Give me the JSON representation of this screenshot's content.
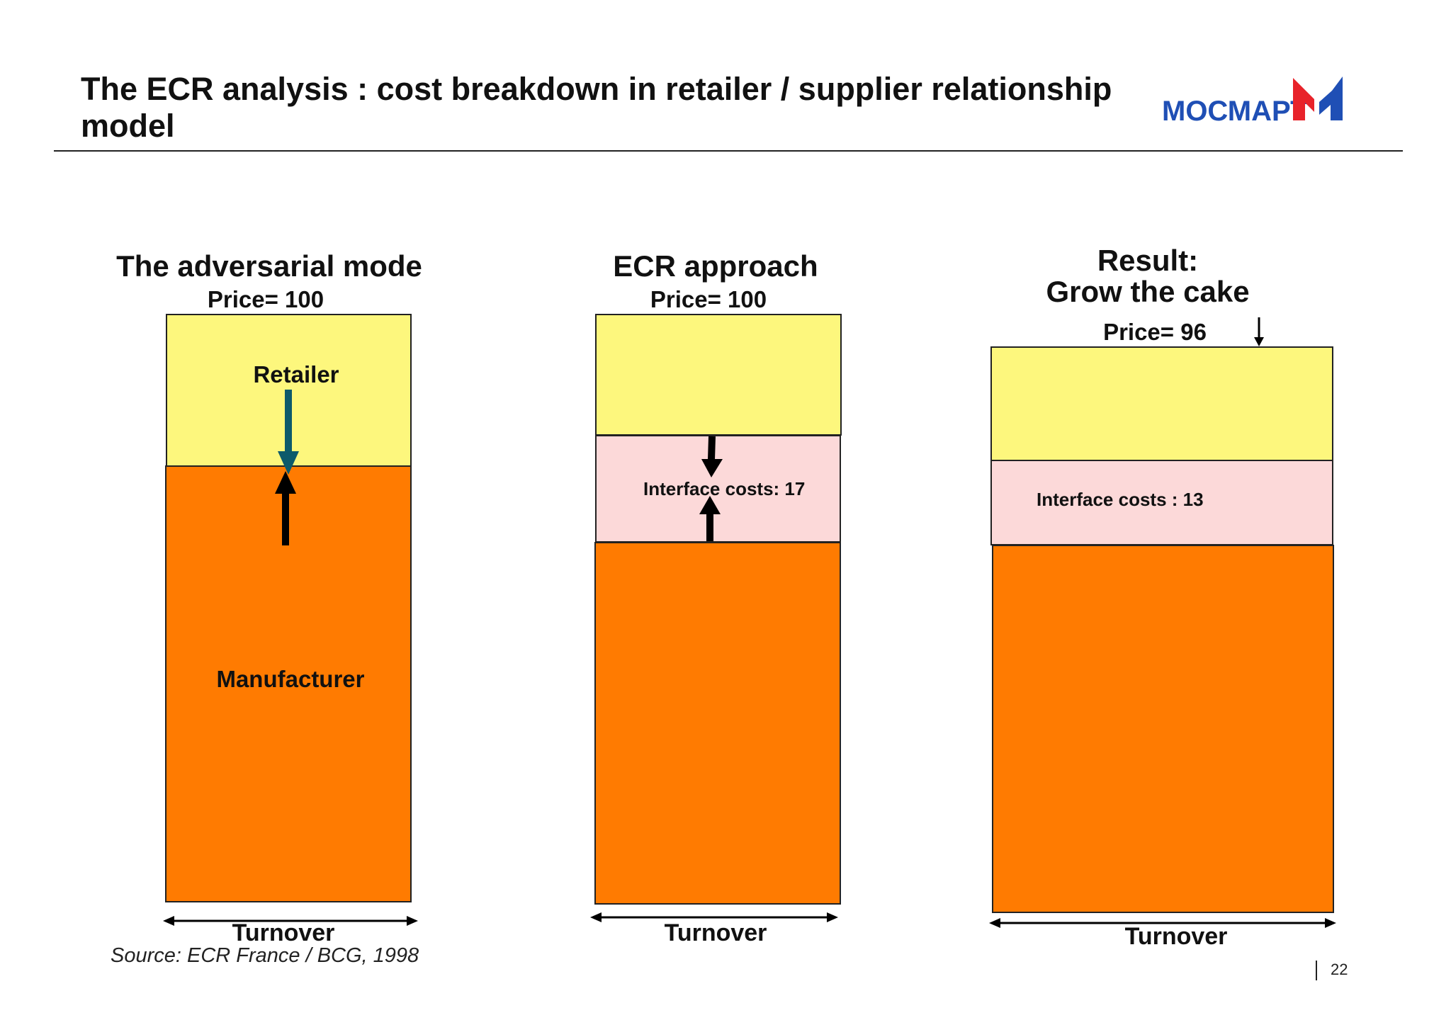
{
  "header": {
    "title": "The ECR analysis : cost breakdown in retailer / supplier relationship model",
    "logo_text": "МОСМАРТ",
    "logo_colors": {
      "text": "#1f4fb5",
      "mark_red": "#e8232a",
      "mark_blue": "#1f4fb5"
    }
  },
  "columns": [
    {
      "title": "The adversarial mode",
      "price": "Price= 100",
      "retailer_label": "Retailer",
      "manufacturer_label": "Manufacturer",
      "turnover": "Turnover"
    },
    {
      "title": "ECR approach",
      "price": "Price= 100",
      "interface_label": "Interface costs: 17",
      "turnover": "Turnover"
    },
    {
      "title_line1": "Result:",
      "title_line2": "Grow the cake",
      "price": "Price= 96",
      "interface_label": "Interface costs : 13",
      "turnover": "Turnover"
    }
  ],
  "colors": {
    "retailer": "#fdf77d",
    "interface": "#fcd9d9",
    "manufacturer": "#ff7b01",
    "teal_arrow": "#0d5a6b"
  },
  "footer": {
    "source": "Source: ECR France / BCG, 1998",
    "page_number": "22"
  }
}
